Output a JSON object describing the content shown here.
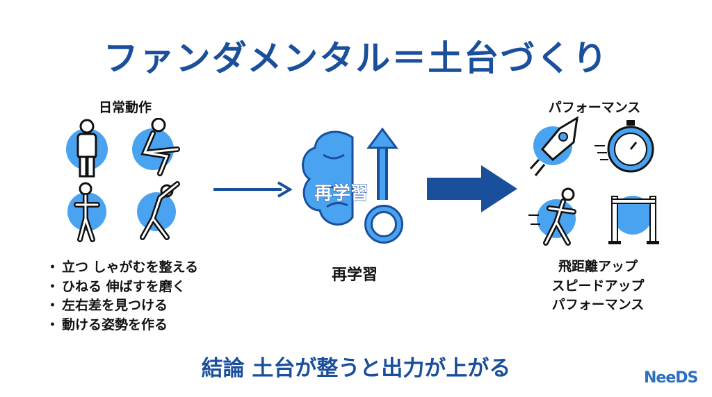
{
  "title": "ファンダメンタル＝土台づくり",
  "left": {
    "heading": "日常動作",
    "bullets": [
      "立つ しゃがむを整える",
      "ひねる 伸ばすを磨く",
      "左右差を見つける",
      "動ける姿勢を作る"
    ]
  },
  "middle": {
    "icon_text": "再学習",
    "label": "再学習"
  },
  "right": {
    "heading": "パフォーマンス",
    "results": [
      "飛距離アップ",
      "スピードアップ",
      "パフォーマンス"
    ]
  },
  "conclusion": "結論 土台が整うと出力が上がる",
  "logo": "NeeDS",
  "colors": {
    "primary": "#1a4f9c",
    "accent": "#4aa3f0"
  }
}
